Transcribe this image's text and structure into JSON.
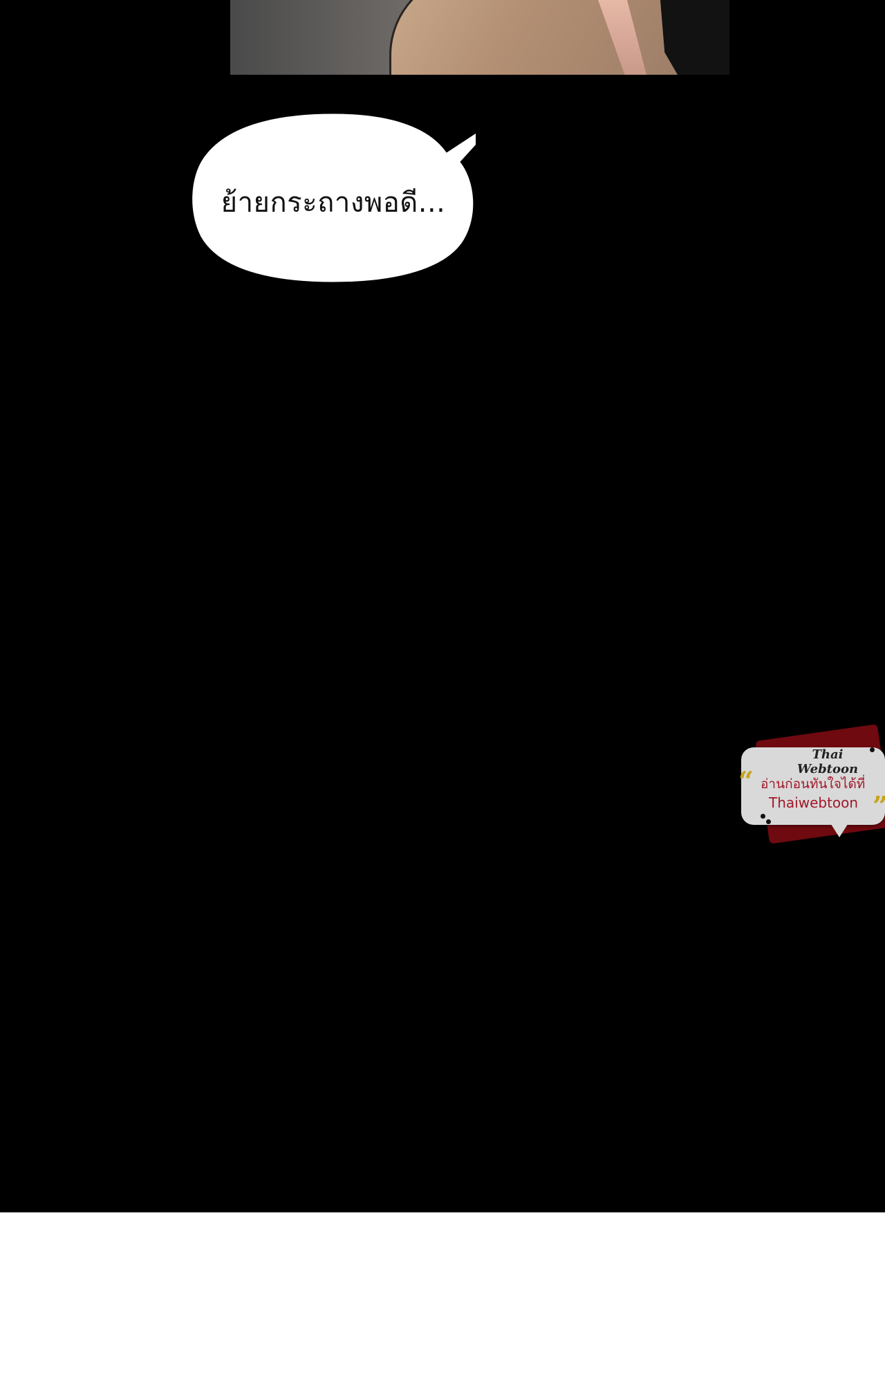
{
  "speech_bubble": {
    "text": "ย้ายกระถางพอดี..."
  },
  "watermark": {
    "logo": "Thai Webtoon",
    "line1": "อ่านก่อนทันใจได้ที่",
    "line2": "Thaiwebtoon",
    "accent_color": "#a0182a",
    "quote_color": "#c9a21a"
  },
  "colors": {
    "panel_background": "#000000",
    "page_background": "#ffffff",
    "bubble_fill": "#ffffff"
  }
}
